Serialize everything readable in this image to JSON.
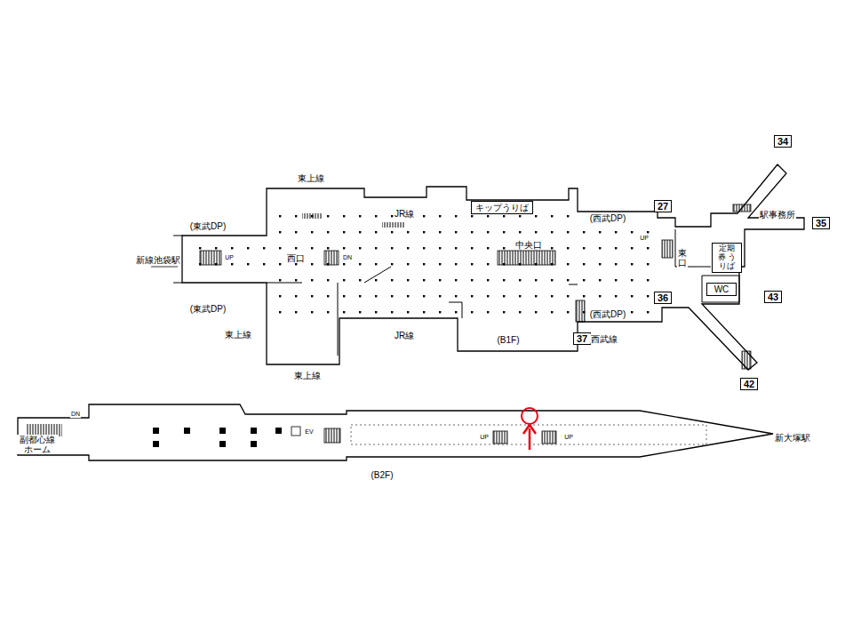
{
  "diagram": {
    "nodes": [
      {
        "text": [
          "キップうりば"
        ]
      },
      {
        "text": [
          "27"
        ]
      },
      {
        "text": [
          "34"
        ]
      },
      {
        "text": [
          "35"
        ]
      },
      {
        "text": [
          "定期券 うりば"
        ]
      },
      {
        "text": [
          "WC"
        ]
      },
      {
        "text": [
          "36"
        ]
      },
      {
        "text": [
          "37"
        ]
      },
      {
        "text": [
          "43"
        ]
      },
      {
        "text": [
          "42"
        ]
      }
    ],
    "labels": [
      "東上線",
      "JR線",
      "(西武DP)",
      "駅事務所",
      "東口",
      "(東武DP)",
      "新線池袋駅",
      "西口",
      "中央口",
      "(東武DP)",
      "東上線",
      "JR線",
      "(西武DP)",
      "西武線",
      "(B1F)",
      "東上線",
      "副都心線 ホーム",
      "新大塚駅",
      "(B2F)",
      "UP",
      "DN",
      "UP",
      "EV",
      "UP",
      "UP",
      "DN"
    ]
  }
}
